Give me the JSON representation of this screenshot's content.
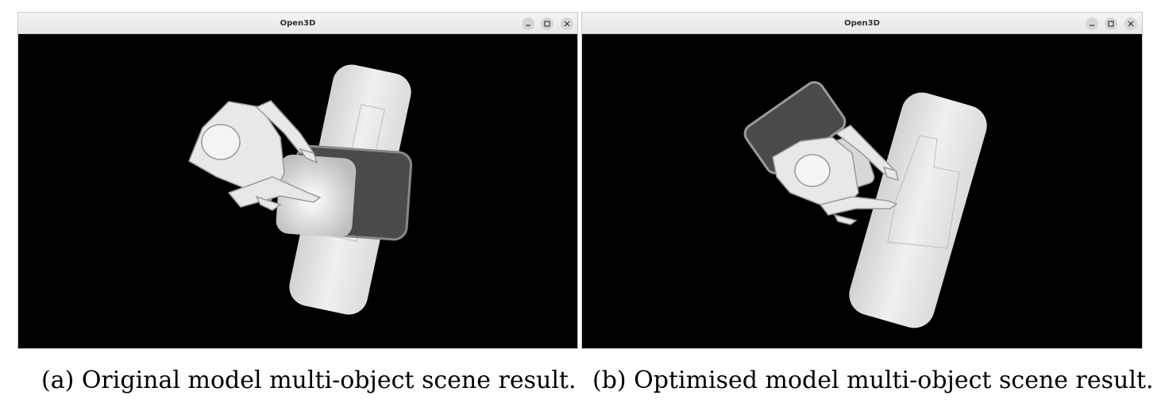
{
  "window_a": {
    "title": "Open3D"
  },
  "window_b": {
    "title": "Open3D"
  },
  "controls": {
    "minimize_icon": "minimize-icon",
    "maximize_icon": "maximize-icon",
    "close_icon": "close-icon"
  },
  "captions": {
    "a": "(a) Original model multi-object scene result.",
    "b": "(b) Optimised model multi-object scene result."
  },
  "colors": {
    "viewport_bg": "#000000",
    "titlebar": "#ececec",
    "mesh": "#e6e6e6"
  }
}
